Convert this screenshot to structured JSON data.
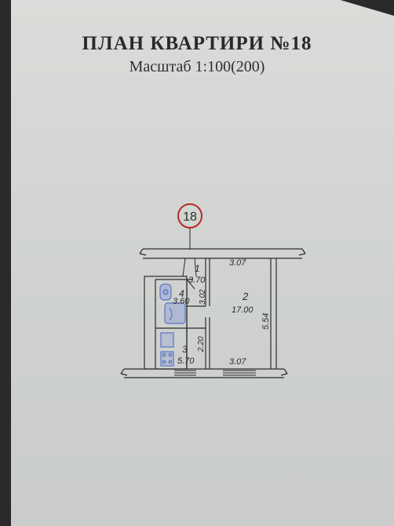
{
  "header": {
    "title": "ПЛАН КВАРТИРИ №18",
    "scale": "Масштаб 1:100(200)"
  },
  "building_marker": "18",
  "rooms": [
    {
      "number": "1",
      "area": "3.70"
    },
    {
      "number": "2",
      "area": "17.00"
    },
    {
      "number": "3",
      "area": "5.70"
    },
    {
      "number": "4",
      "area": "3.60"
    }
  ],
  "dimensions": {
    "room2_top_width": "3.07",
    "room2_bottom_width": "3.07",
    "room2_length": "5.54",
    "hall_length": "3.02",
    "kitchen_length": "2.20"
  },
  "colors": {
    "marker_circle": "#b32a2a",
    "line": "#2c2c2c"
  }
}
